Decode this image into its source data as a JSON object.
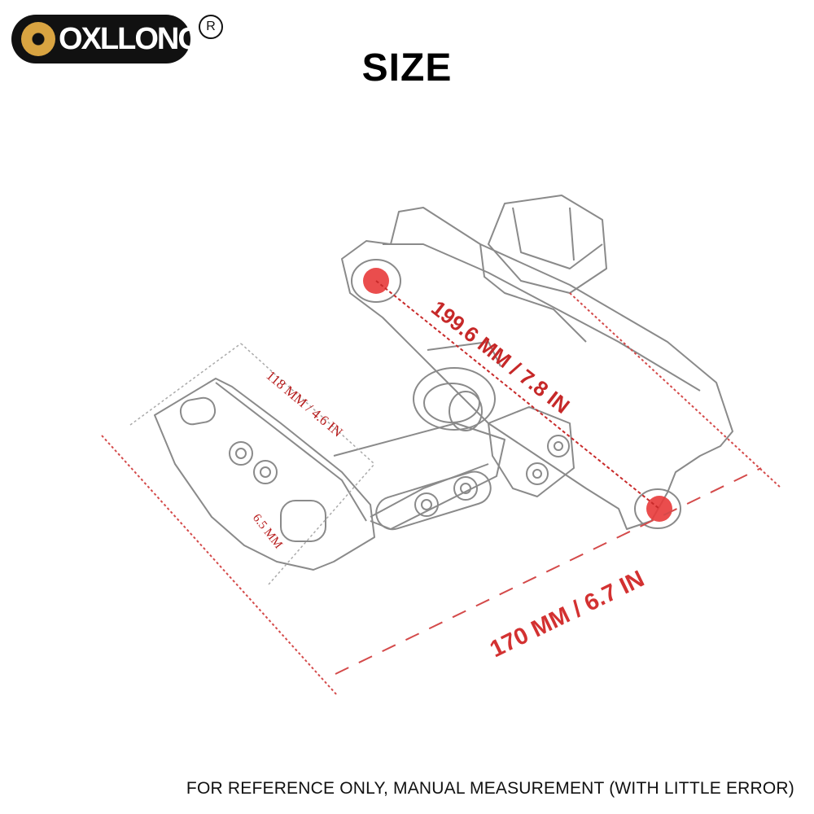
{
  "logo": {
    "text": "OXLLONG",
    "registered": "R"
  },
  "title": "SIZE",
  "dimensions": {
    "diagonal": "199.6 MM / 7.8 IN",
    "width": "170 MM / 6.7 IN",
    "plate_height": "118 MM / 4.6 IN",
    "slot_width": "6.5 MM"
  },
  "footnote": "FOR REFERENCE ONLY, MANUAL MEASUREMENT (WITH LITTLE ERROR)",
  "colors": {
    "dimension_red": "#d42a2a",
    "line_gray": "#7a7a7a",
    "logo_gold": "#d9a441"
  }
}
